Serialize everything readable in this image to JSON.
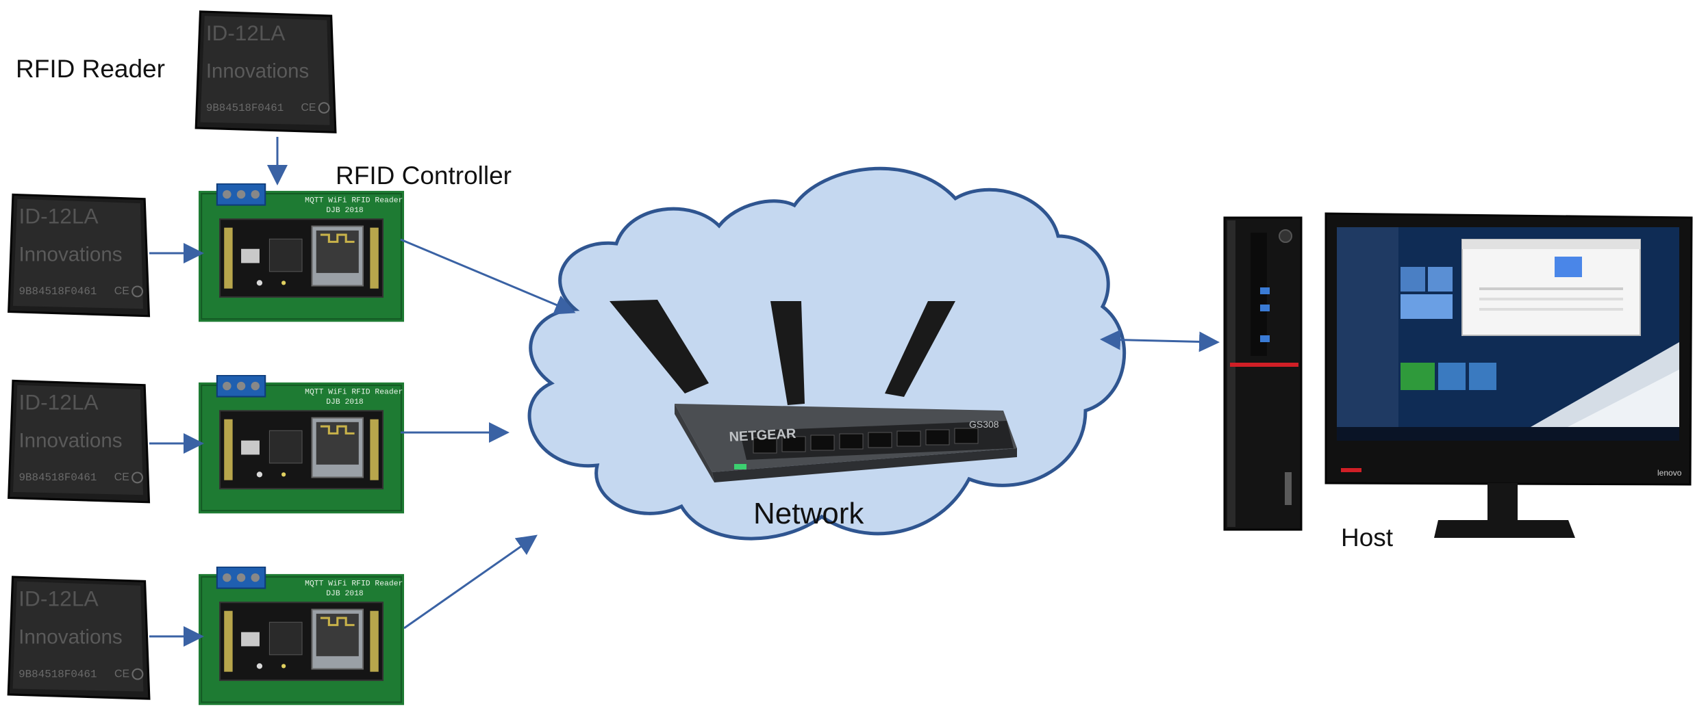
{
  "labels": {
    "rfid_reader": "RFID Reader",
    "rfid_controller": "RFID Controller",
    "network": "Network",
    "host": "Host"
  },
  "chip": {
    "line1": "ID-12LA",
    "line2": "Innovations",
    "line3": "9B84518F0461"
  },
  "board": {
    "title": "MQTT WiFi RFID Reader",
    "subtitle": "DJB 2018"
  },
  "router": {
    "brand": "NETGEAR",
    "model": "GS308"
  },
  "computer": {
    "brand": "lenovo"
  },
  "colors": {
    "arrow": "#3a62a4",
    "cloud_fill": "#c5d8f0",
    "cloud_stroke": "#2f5590",
    "board_green": "#1d7a33",
    "chip_black": "#1b1b1b"
  }
}
